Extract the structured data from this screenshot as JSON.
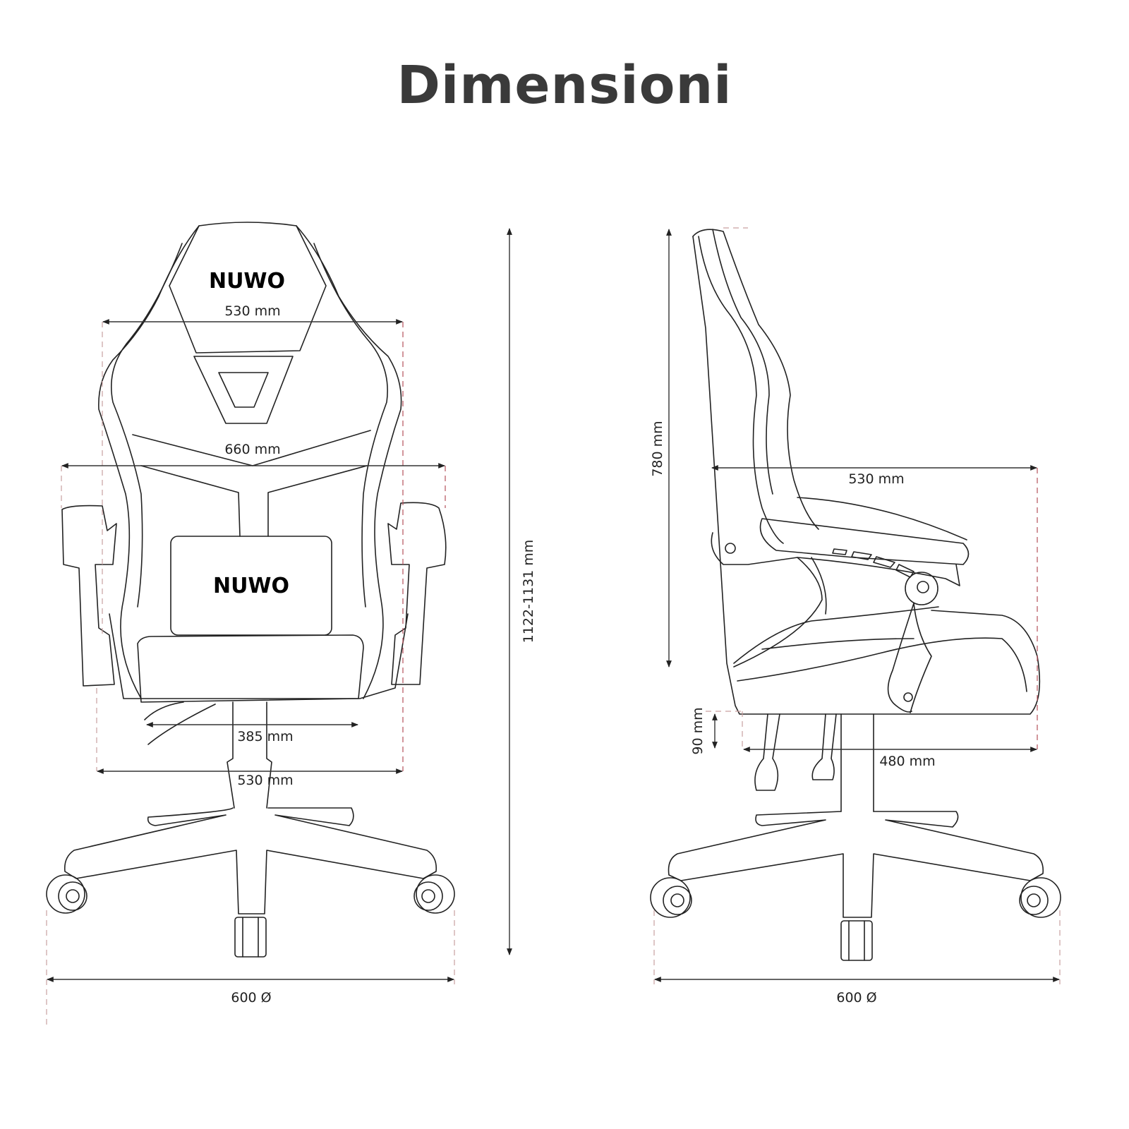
{
  "title": "Dimensioni",
  "front_view": {
    "headrest_logo": "NUWO",
    "lumbar_logo": "NUWO",
    "backrest_width": "530 mm",
    "armrest_width": "660 mm",
    "seat_width": "385 mm",
    "seat_outer_width": "530 mm",
    "base_diameter": "600 Ø",
    "total_height": "1122-1131 mm"
  },
  "side_view": {
    "backrest_height": "780 mm",
    "seat_depth_total": "530 mm",
    "height_adjust": "90 mm",
    "seat_depth": "480 mm",
    "base_diameter": "600 Ø"
  },
  "colors": {
    "title": "#3a3a3a",
    "line": "#222222",
    "guide": "#b5505a"
  }
}
